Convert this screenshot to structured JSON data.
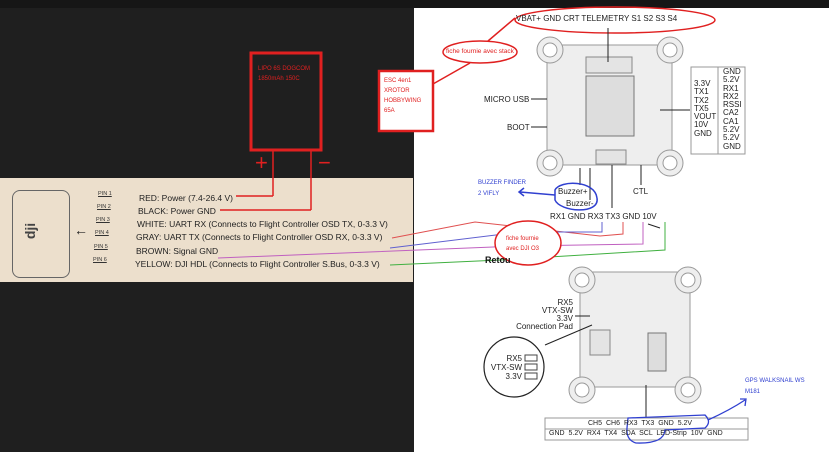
{
  "battery": {
    "line1": "LIPO 6S DOGCOM",
    "line2": "1850mAh 150C",
    "plus": "+",
    "minus": "−"
  },
  "esc": {
    "lines": [
      "ESC 4en1",
      "XROTOR",
      "HOBBYWING",
      "65A"
    ]
  },
  "dji_pins": [
    {
      "pin": "PIN 1",
      "label": "RED: Power (7.4-26.4 V)"
    },
    {
      "pin": "PIN 2",
      "label": "BLACK: Power GND"
    },
    {
      "pin": "PIN 3",
      "label": "WHITE: UART RX (Connects to Flight Controller OSD TX, 0-3.3 V)"
    },
    {
      "pin": "PIN 4",
      "label": "GRAY: UART TX (Connects to Flight Controller OSD RX, 0-3.3 V)"
    },
    {
      "pin": "PIN 5",
      "label": "BROWN: Signal GND"
    },
    {
      "pin": "PIN 6",
      "label": "YELLOW: DJI HDL (Connects to Flight Controller S.Bus, 0-3.3 V)"
    }
  ],
  "fc_top": {
    "esc_header": "VBAT+  GND  CRT  TELEMETRY  S1  S2  S3  S4",
    "micro_usb": "MICRO USB",
    "boot": "BOOT",
    "right_col1": [
      "3.3V",
      "TX1",
      "TX2",
      "TX5",
      "VOUT",
      "10V",
      "GND"
    ],
    "right_col2": [
      "GND",
      "5.2V",
      "RX1",
      "RX2",
      "RSSI",
      "CA2",
      "CA1",
      "5.2V",
      "5.2V",
      "GND"
    ],
    "buzzer_plus": "Buzzer+",
    "buzzer_minus": "Buzzer-",
    "ctl": "CTL",
    "bottom_header": "RX1  GND  RX3  TX3  GND  10V"
  },
  "notes": {
    "stack": "fiche fournie avec stack",
    "o3_1": "fiche fournie",
    "o3_2": "avec DJI O3",
    "buzzer_1": "BUZZER FINDER",
    "buzzer_2": "2 VIFLY",
    "gps_1": "GPS WALKSNAIL WS",
    "gps_2": "M181",
    "retour": "Retou"
  },
  "fc_bottom": {
    "pad_labels": [
      "RX5",
      "VTX-SW",
      "3.3V",
      "Connection Pad"
    ],
    "circle_labels": [
      "RX5",
      "VTX-SW",
      "3.3V"
    ],
    "row1": [
      "CH5",
      "CH6",
      "RX3",
      "TX3",
      "GND",
      "5.2V"
    ],
    "row2": [
      "GND",
      "5.2V",
      "RX4",
      "TX4",
      "SDA",
      "SCL",
      "LED-Strip",
      "10V",
      "GND"
    ]
  }
}
